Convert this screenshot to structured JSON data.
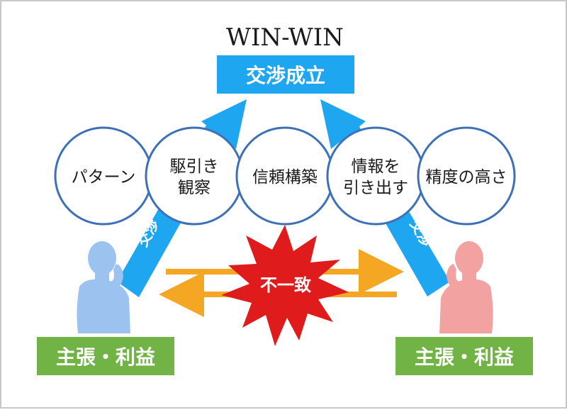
{
  "header": {
    "title": "WIN-WIN",
    "agreement_label": "交渉成立"
  },
  "circles": [
    {
      "lines": [
        "パターン"
      ]
    },
    {
      "lines": [
        "駆引き",
        "観察"
      ]
    },
    {
      "lines": [
        "信頼構築"
      ]
    },
    {
      "lines": [
        "情報を",
        "引き出す"
      ]
    },
    {
      "lines": [
        "精度の高さ"
      ]
    }
  ],
  "negotiation_label_left": "交渉",
  "negotiation_label_right": "交渉",
  "conflict_label": "不一致",
  "left_party": {
    "label": "主張・利益"
  },
  "right_party": {
    "label": "主張・利益"
  },
  "colors": {
    "arrow_blue": "#1ea6f0",
    "circle_border": "#3d70b7",
    "box_green": "#71b345",
    "conflict_red": "#e01b1b",
    "arrow_orange": "#f5a623",
    "person_blue": "#9cc3f0",
    "person_pink": "#f3a2a2"
  },
  "icons": [
    "thinking-person-icon",
    "thinking-person-icon",
    "explosion-icon"
  ]
}
